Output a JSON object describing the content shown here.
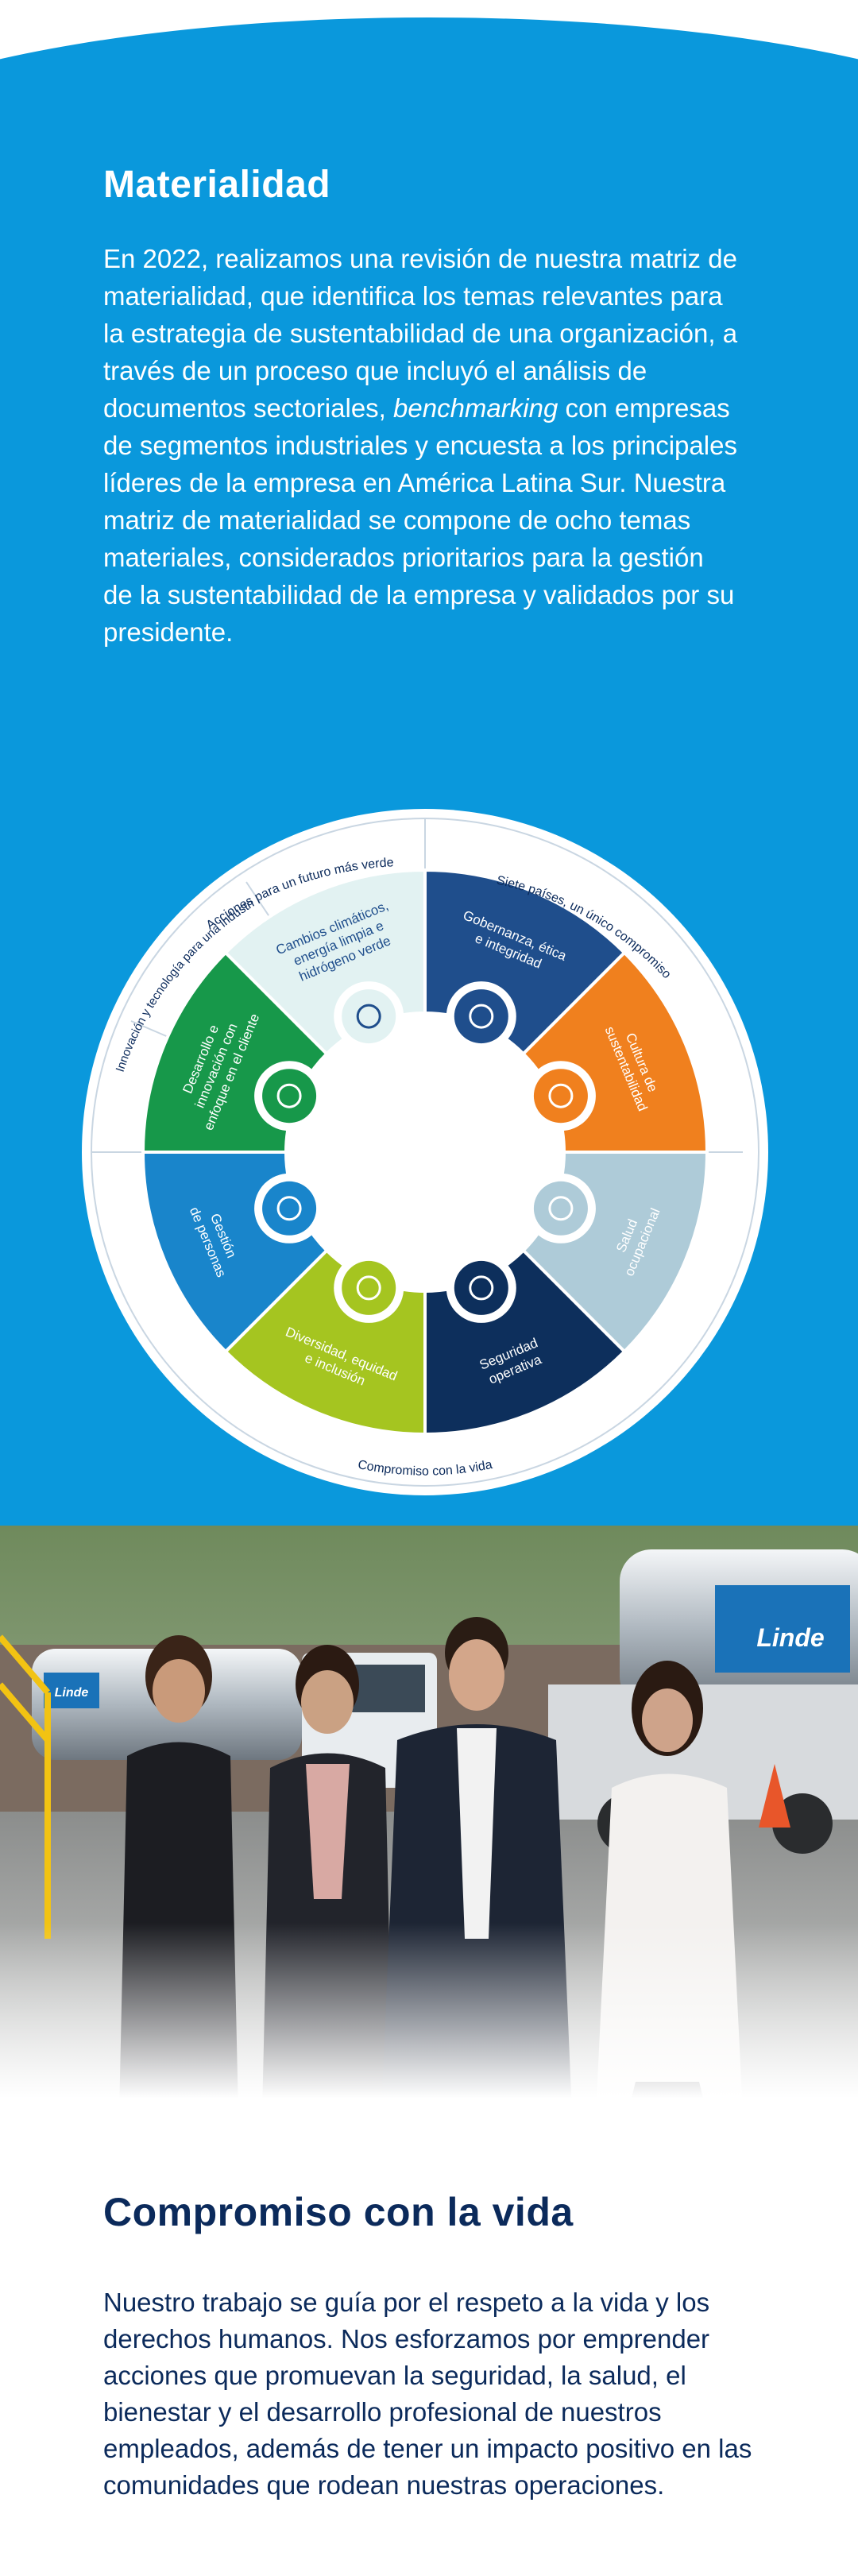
{
  "materialidad": {
    "title": "Materialidad",
    "body_part1": "En 2022, realizamos una revisión de nuestra matriz de materialidad, que identifica los temas relevantes para la estrategia de sustentabilidad de una organización, a través de un proceso que incluyó el análisis de documentos sectoriales, ",
    "body_italic": "benchmarking",
    "body_part2": " con empresas de segmentos industriales y encuesta a los principales líderes de la empresa en América Latina Sur. Nuestra matriz de materialidad se compone de ocho temas materiales, considerados prioritarios para la gestión de la sustentabilidad de la empresa y validados por su presidente."
  },
  "wheel": {
    "outer_labels": {
      "top": "Acciones para un futuro más verde",
      "top_right": "Siete países, un único compromiso",
      "left": "Innovación y tecnología para una industria 4.0",
      "bottom": "Compromiso con la vida"
    },
    "segments": [
      {
        "lines": [
          "Gobernanza, ética",
          "e integridad"
        ],
        "icon": "handshake-icon",
        "color": "#1f4e8c"
      },
      {
        "lines": [
          "Cultura de",
          "sustentabilidad"
        ],
        "icon": "leaf-icon",
        "color": "#f0801e"
      },
      {
        "lines": [
          "Salud",
          "ocupacional"
        ],
        "icon": "heart-pulse-icon",
        "color": "#aecbd8"
      },
      {
        "lines": [
          "Seguridad",
          "operativa"
        ],
        "icon": "shield-check-icon",
        "color": "#0d2f5c"
      },
      {
        "lines": [
          "Diversidad, equidad",
          "e inclusión"
        ],
        "icon": "people-hand-icon",
        "color": "#a5c520"
      },
      {
        "lines": [
          "Gestión",
          "de personas"
        ],
        "icon": "people-group-icon",
        "color": "#1985cb"
      },
      {
        "lines": [
          "Desarrollo e",
          "innovación con",
          "enfoque en el cliente"
        ],
        "icon": "user-target-icon",
        "color": "#17984a"
      },
      {
        "lines": [
          "Cambios climáticos,",
          "energía limpia e",
          "hidrógeno verde"
        ],
        "icon": "globe-thermometer-icon",
        "color": "#e2f2f2"
      }
    ]
  },
  "photo": {
    "truck_logo": "Linde",
    "truck_logo_small": "Linde"
  },
  "compromiso": {
    "title": "Compromiso con la vida",
    "body": "Nuestro trabajo se guía por el respeto a la vida y los derechos humanos. Nos esforzamos por emprender acciones que promuevan la seguridad, la salud, el bienestar y el desarrollo profesional de nuestros empleados, además de tener un impacto positivo en las comunidades que rodean nuestras operaciones."
  }
}
